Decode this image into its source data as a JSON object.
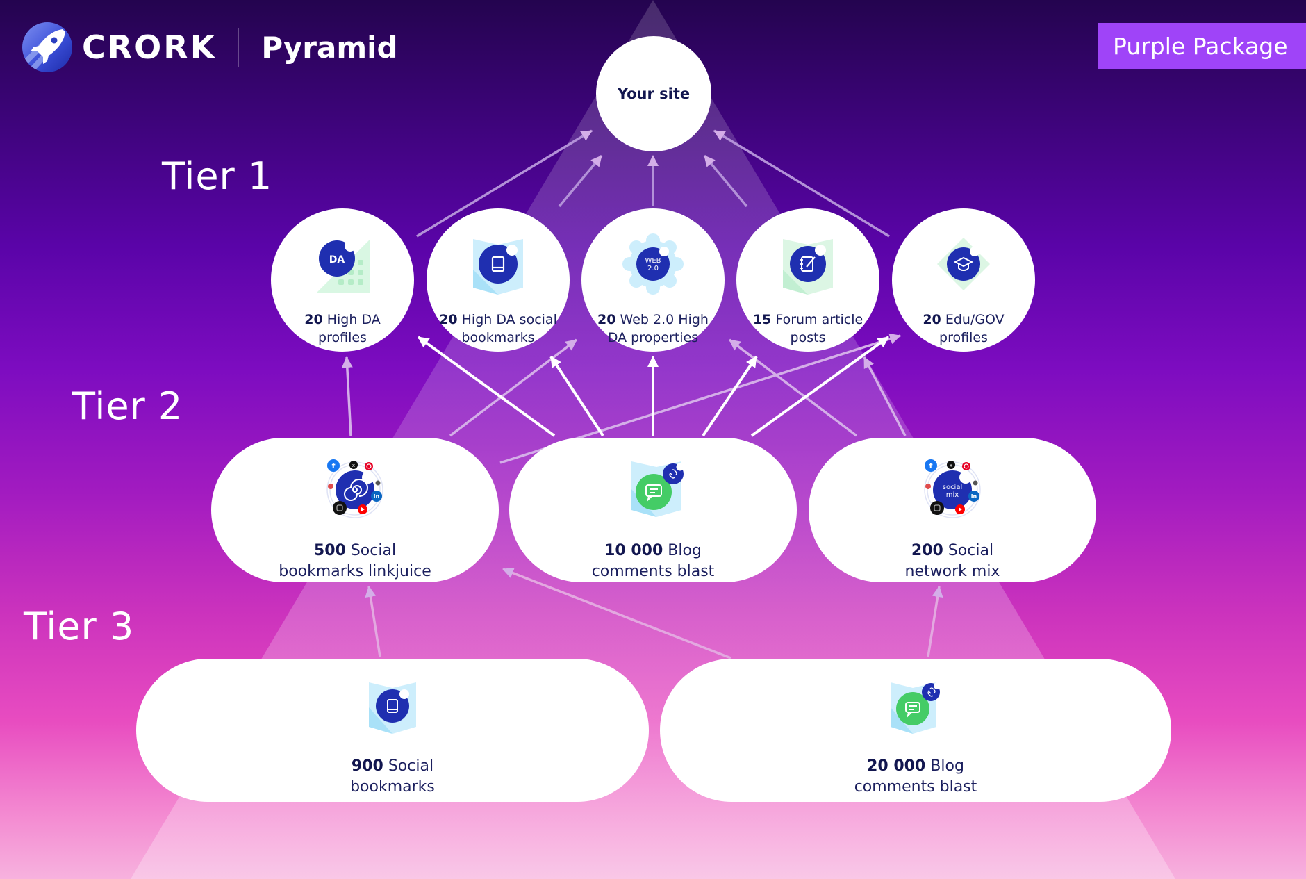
{
  "header": {
    "brand_name": "CRORK",
    "product_title": "Pyramid",
    "package_badge": "Purple Package"
  },
  "colors": {
    "badge_purple": "#9f44f8",
    "node_text": "#1b1f5e",
    "icon_navy": "#1f2fb0",
    "icon_green": "#44cc66",
    "icon_light_blue": "#cdeefc",
    "icon_light_green": "#dcf6e4"
  },
  "tiers": [
    {
      "label": "Tier 1"
    },
    {
      "label": "Tier 2"
    },
    {
      "label": "Tier 3"
    }
  ],
  "target": {
    "label": "Your site"
  },
  "tier1_nodes": [
    {
      "count": "20",
      "text_line1": "High DA",
      "text_line2": "profiles",
      "icon": "da-icon"
    },
    {
      "count": "20",
      "text_line1": "High DA social",
      "text_line2": "bookmarks",
      "icon": "book-icon"
    },
    {
      "count": "20",
      "text_line1": "Web 2.0 High",
      "text_line2": "DA properties",
      "icon": "web20-icon",
      "icon_text_1": "WEB",
      "icon_text_2": "2.0"
    },
    {
      "count": "15",
      "text_line1": "Forum article",
      "text_line2": "posts",
      "icon": "notebook-edit-icon"
    },
    {
      "count": "20",
      "text_line1": "Edu/GOV",
      "text_line2": "profiles",
      "icon": "graduation-cap-icon"
    }
  ],
  "tier2_nodes": [
    {
      "count": "500",
      "text_line1": "Social",
      "text_line2": "bookmarks linkjuice",
      "icon": "social-spiral-icon"
    },
    {
      "count": "10 000",
      "text_line1": "Blog",
      "text_line2": "comments blast",
      "icon": "blog-comment-icon"
    },
    {
      "count": "200",
      "text_line1": "Social",
      "text_line2": "network mix",
      "icon": "social-mix-icon",
      "icon_text_1": "social",
      "icon_text_2": "mix"
    }
  ],
  "tier3_nodes": [
    {
      "count": "900",
      "text_line1": "Social",
      "text_line2": "bookmarks",
      "icon": "book-icon"
    },
    {
      "count": "20 000",
      "text_line1": "Blog",
      "text_line2": "comments blast",
      "icon": "blog-comment-icon"
    }
  ],
  "links": [
    {
      "from": "tier1.0",
      "to": "target"
    },
    {
      "from": "tier1.1",
      "to": "target"
    },
    {
      "from": "tier1.2",
      "to": "target"
    },
    {
      "from": "tier1.3",
      "to": "target"
    },
    {
      "from": "tier1.4",
      "to": "target"
    },
    {
      "from": "tier2.0",
      "to": "tier1.0"
    },
    {
      "from": "tier2.0",
      "to": "tier1.1"
    },
    {
      "from": "tier2.0",
      "to": "tier1.4"
    },
    {
      "from": "tier2.1",
      "to": "tier1.0"
    },
    {
      "from": "tier2.1",
      "to": "tier1.1"
    },
    {
      "from": "tier2.1",
      "to": "tier1.2"
    },
    {
      "from": "tier2.1",
      "to": "tier1.3"
    },
    {
      "from": "tier2.1",
      "to": "tier1.4"
    },
    {
      "from": "tier2.2",
      "to": "tier1.3"
    },
    {
      "from": "tier2.2",
      "to": "tier1.4"
    },
    {
      "from": "tier3.0",
      "to": "tier2.0"
    },
    {
      "from": "tier3.1",
      "to": "tier2.0"
    },
    {
      "from": "tier3.1",
      "to": "tier2.2"
    }
  ]
}
